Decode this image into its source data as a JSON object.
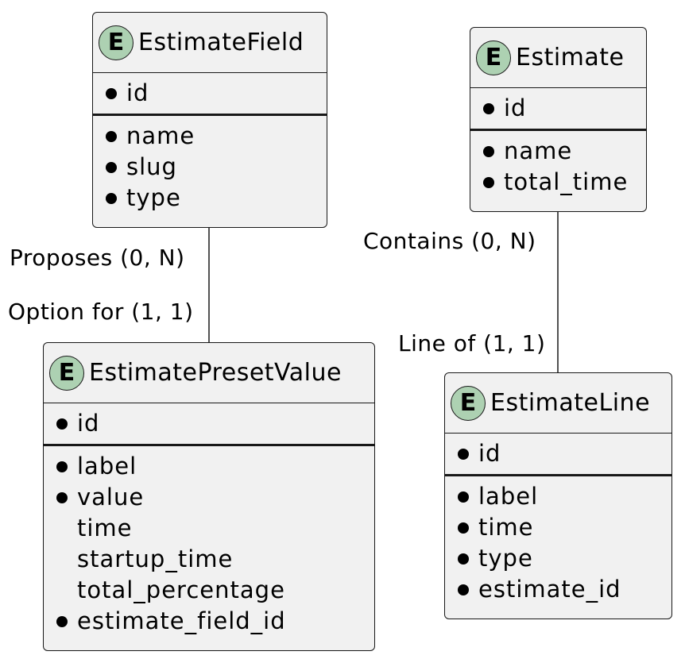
{
  "entities": {
    "estimate_field": {
      "title": "EstimateField",
      "badge": "E",
      "pk": [
        {
          "name": "id",
          "mandatory": true
        }
      ],
      "attrs": [
        {
          "name": "name",
          "mandatory": true
        },
        {
          "name": "slug",
          "mandatory": true
        },
        {
          "name": "type",
          "mandatory": true
        }
      ]
    },
    "estimate": {
      "title": "Estimate",
      "badge": "E",
      "pk": [
        {
          "name": "id",
          "mandatory": true
        }
      ],
      "attrs": [
        {
          "name": "name",
          "mandatory": true
        },
        {
          "name": "total_time",
          "mandatory": true
        }
      ]
    },
    "estimate_preset_value": {
      "title": "EstimatePresetValue",
      "badge": "E",
      "pk": [
        {
          "name": "id",
          "mandatory": true
        }
      ],
      "attrs": [
        {
          "name": "label",
          "mandatory": true
        },
        {
          "name": "value",
          "mandatory": true
        },
        {
          "name": "time",
          "mandatory": false
        },
        {
          "name": "startup_time",
          "mandatory": false
        },
        {
          "name": "total_percentage",
          "mandatory": false
        },
        {
          "name": "estimate_field_id",
          "mandatory": true
        }
      ]
    },
    "estimate_line": {
      "title": "EstimateLine",
      "badge": "E",
      "pk": [
        {
          "name": "id",
          "mandatory": true
        }
      ],
      "attrs": [
        {
          "name": "label",
          "mandatory": true
        },
        {
          "name": "time",
          "mandatory": true
        },
        {
          "name": "type",
          "mandatory": true
        },
        {
          "name": "estimate_id",
          "mandatory": true
        }
      ]
    }
  },
  "relations": {
    "field_preset": {
      "from": "EstimateField",
      "to": "EstimatePresetValue",
      "from_label": "Proposes (0, N)",
      "to_label": "Option for (1, 1)"
    },
    "estimate_line": {
      "from": "Estimate",
      "to": "EstimateLine",
      "from_label": "Contains (0, N)",
      "to_label": "Line of (1, 1)"
    }
  },
  "colors": {
    "entity_fill": "#f1f1f1",
    "entity_border": "#181818",
    "badge_fill": "#add1b2"
  }
}
